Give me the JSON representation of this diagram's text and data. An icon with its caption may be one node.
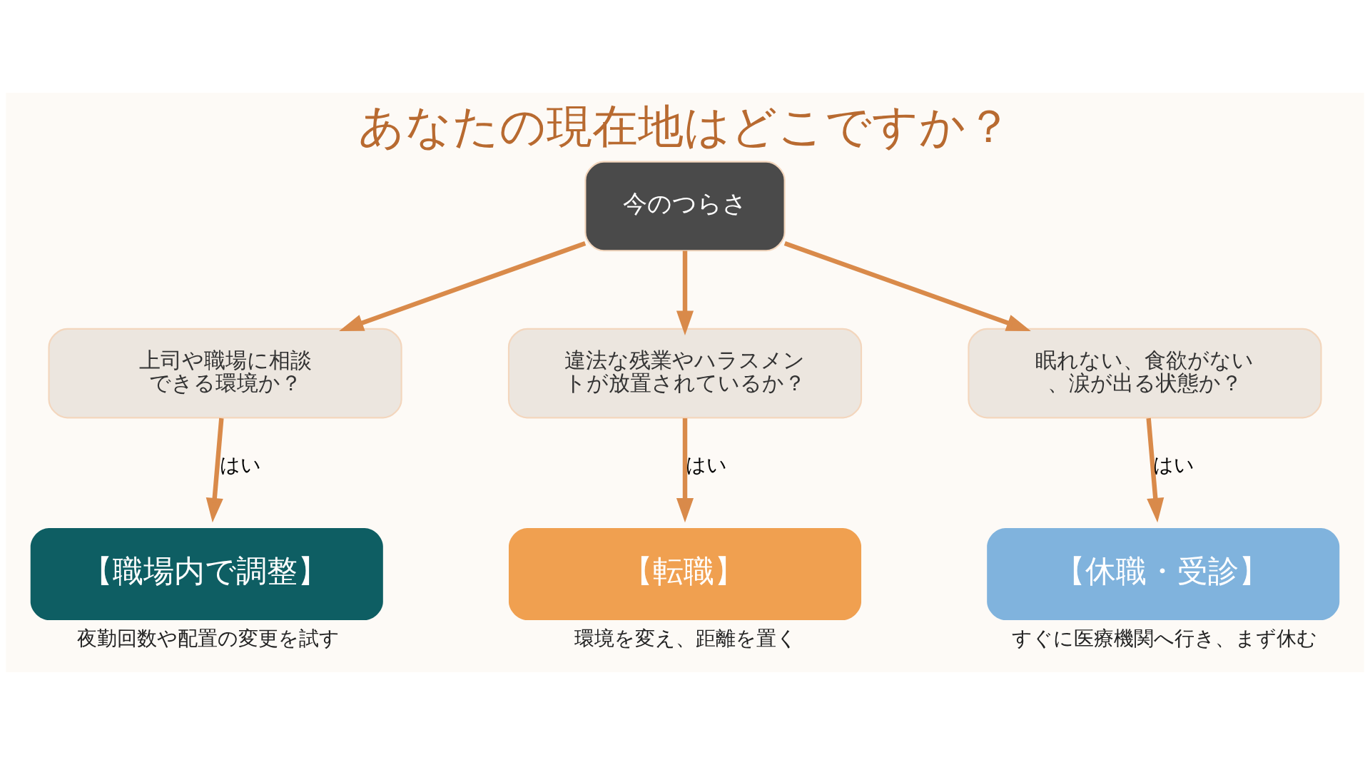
{
  "diagram": {
    "title": "あなたの現在地はどこですか？",
    "nodes": [
      {
        "text": [
          "今のつらさ"
        ]
      },
      {
        "text": [
          "上司や職場に相談できる環境か？"
        ]
      },
      {
        "text": [
          "違法な残業やハラスメントが放置されているか？"
        ]
      },
      {
        "text": [
          "眠れない、食欲がない、涙が出る状態か？"
        ]
      },
      {
        "text": [
          "【職場内で調整】"
        ],
        "beside": [
          "夜勤回数や配置の変更を試す"
        ]
      },
      {
        "text": [
          "【転職】"
        ],
        "beside": [
          "環境を変え、距離を置く"
        ]
      },
      {
        "text": [
          "【休職・受診】"
        ],
        "beside": [
          "すぐに医療機関へ行き、まず休む"
        ]
      }
    ],
    "edges": [
      {
        "from": 0,
        "to": 1,
        "arrow": "to"
      },
      {
        "from": 0,
        "to": 2,
        "arrow": "to"
      },
      {
        "from": 0,
        "to": 3,
        "arrow": "to"
      },
      {
        "from": 1,
        "to": 4,
        "arrow": "to",
        "label": "はい"
      },
      {
        "from": 2,
        "to": 5,
        "arrow": "to",
        "label": "はい"
      },
      {
        "from": 3,
        "to": 6,
        "arrow": "to",
        "label": "はい"
      }
    ]
  }
}
